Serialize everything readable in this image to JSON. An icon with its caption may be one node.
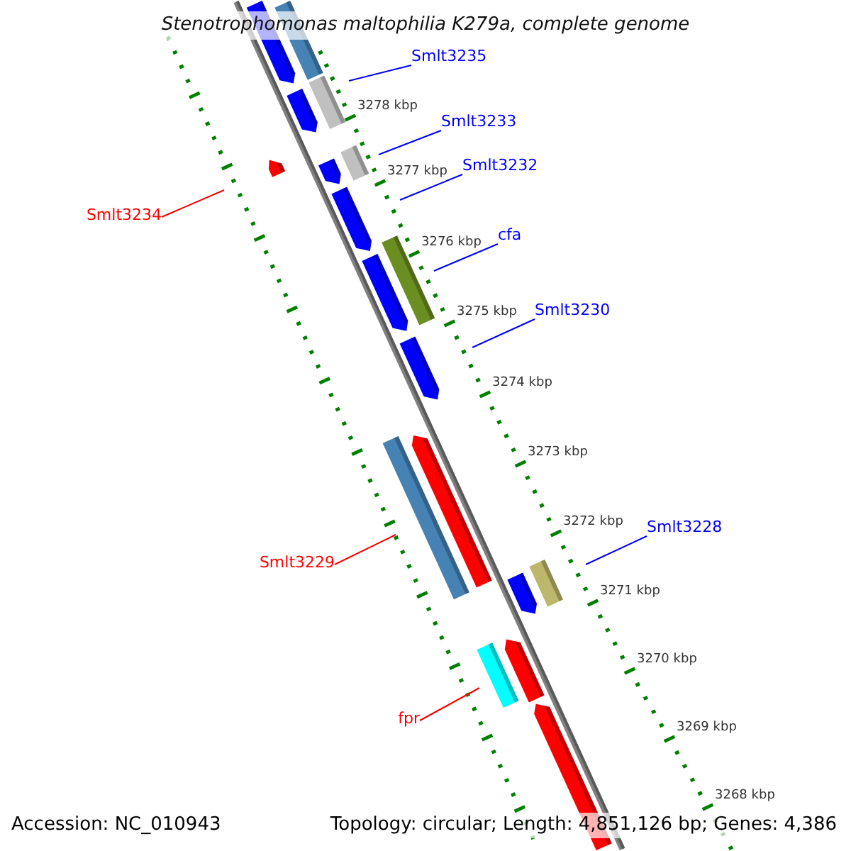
{
  "diagram": {
    "title": "Stenotrophomonas maltophilia K279a, complete genome",
    "nodes": [
      {
        "text": [
          "Smlt3235"
        ]
      },
      {
        "text": [
          "Smlt3233"
        ]
      },
      {
        "text": [
          "Smlt3232"
        ]
      },
      {
        "text": [
          "Smlt3234"
        ]
      },
      {
        "text": [
          "cfa"
        ]
      },
      {
        "text": [
          "Smlt3230"
        ]
      },
      {
        "text": [
          "Smlt3228"
        ]
      },
      {
        "text": [
          "Smlt3229"
        ]
      },
      {
        "text": [
          "fpr"
        ]
      }
    ],
    "edges": [
      {
        "from": 0,
        "to": null,
        "arrow": "none"
      },
      {
        "from": 1,
        "to": null,
        "arrow": "none"
      },
      {
        "from": 2,
        "to": null,
        "arrow": "none"
      },
      {
        "from": 3,
        "to": null,
        "arrow": "none",
        "color": "#ff0000"
      },
      {
        "from": 4,
        "to": null,
        "arrow": "none"
      },
      {
        "from": 5,
        "to": null,
        "arrow": "none"
      },
      {
        "from": 6,
        "to": null,
        "arrow": "none"
      },
      {
        "from": 7,
        "to": null,
        "arrow": "none",
        "color": "#ff0000"
      },
      {
        "from": 8,
        "to": null,
        "arrow": "none",
        "color": "#ff0000"
      }
    ],
    "labels": [
      "3278 kbp",
      "3277 kbp",
      "3276 kbp",
      "3275 kbp",
      "3274 kbp",
      "3273 kbp",
      "3272 kbp",
      "3271 kbp",
      "3270 kbp",
      "3269 kbp",
      "3268 kbp",
      "Accession: NC_010943",
      "Topology: circular; Length: 4,851,126 bp; Genes: 4,386"
    ]
  }
}
